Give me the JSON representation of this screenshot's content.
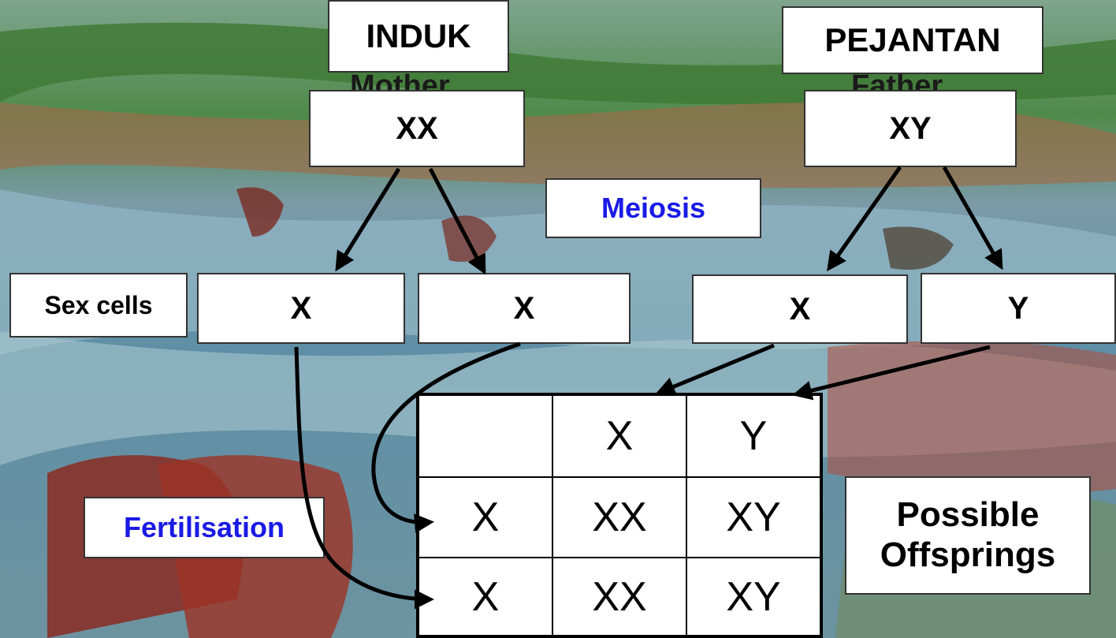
{
  "parents": {
    "mother_label": "INDUK",
    "mother_sub": "Mother",
    "mother_genotype": "XX",
    "father_label": "PEJANTAN",
    "father_sub": "Father",
    "father_genotype": "XY"
  },
  "process": {
    "meiosis": "Meiosis",
    "fertilisation": "Fertilisation"
  },
  "sex_cells": {
    "label": "Sex cells",
    "gametes": [
      "X",
      "X",
      "X",
      "Y"
    ]
  },
  "punnett": {
    "header": [
      "",
      "X",
      "Y"
    ],
    "rows": [
      [
        "X",
        "XX",
        "XY"
      ],
      [
        "X",
        "XX",
        "XY"
      ]
    ]
  },
  "result": {
    "line1": "Possible",
    "line2": "Offsprings"
  },
  "colors": {
    "process_text": "#1a1ae6",
    "arrow": "#000000",
    "box_fill": "#ffffff"
  }
}
